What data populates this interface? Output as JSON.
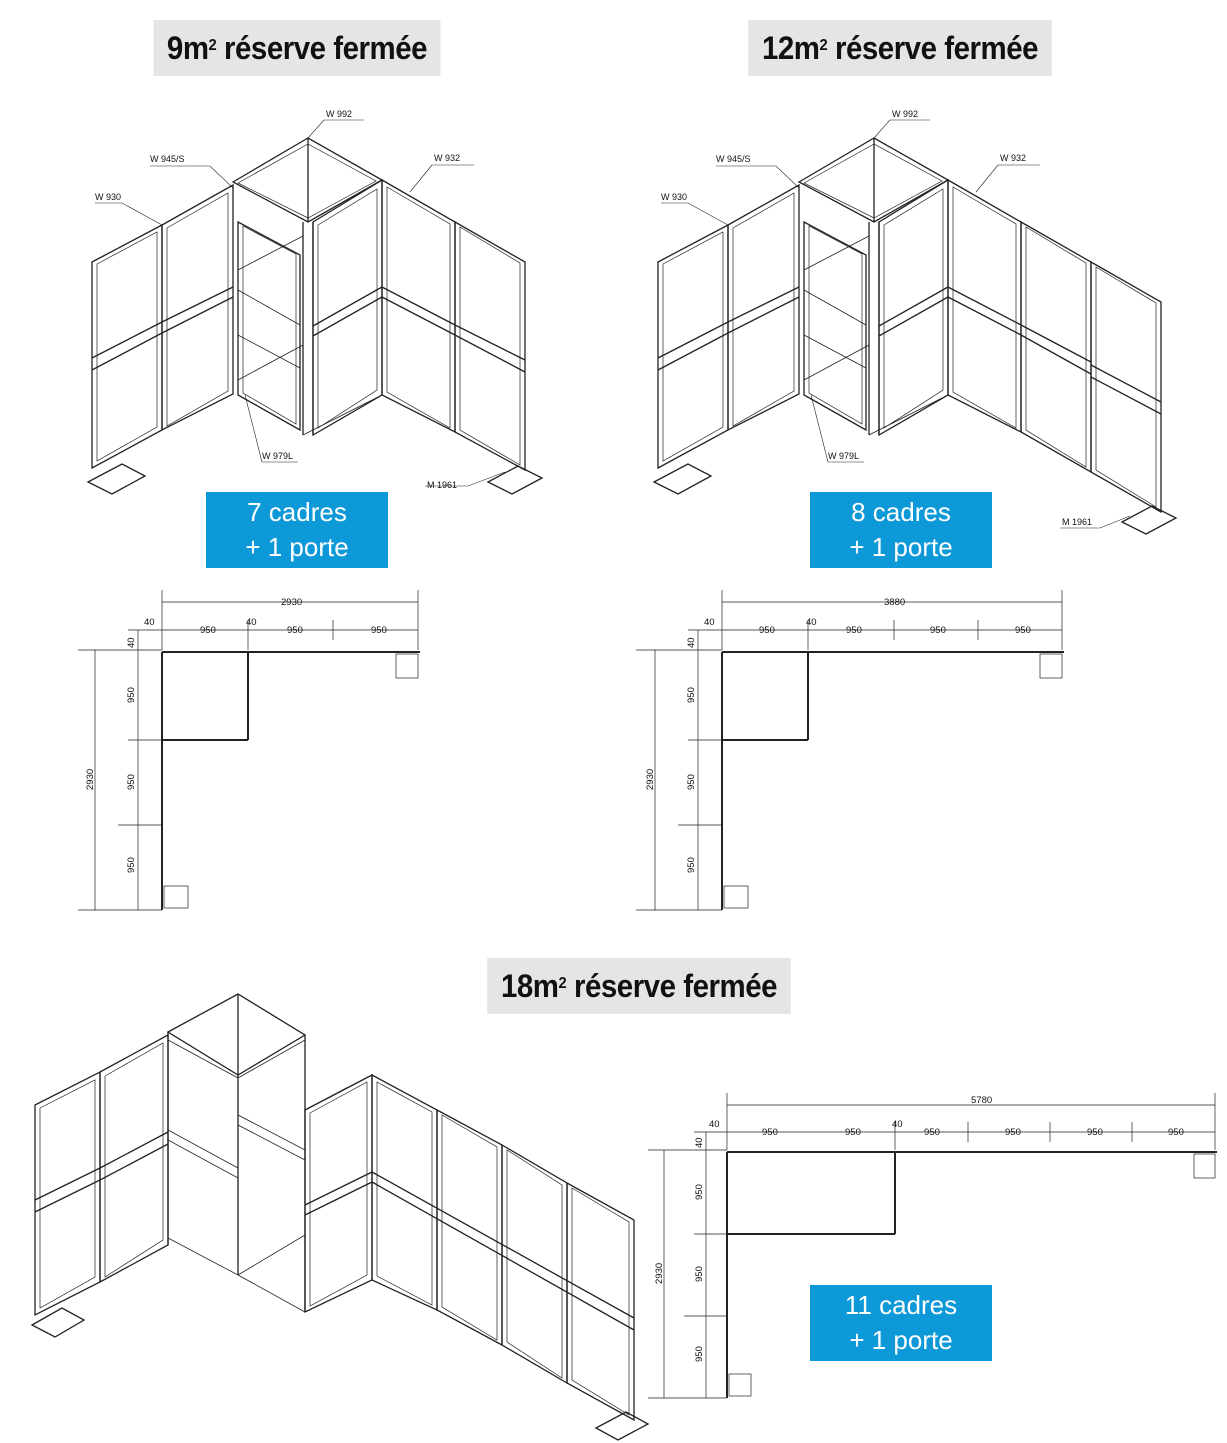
{
  "sections": [
    {
      "title_prefix": "9m",
      "title_sup": "2",
      "title_suffix": " réserve fermée",
      "badge_line1": "7 cadres",
      "badge_line2": "+ 1 porte",
      "part_labels": {
        "top_connector": "W 992",
        "diagonal_brace": "W 945/S",
        "left_frame": "W 930",
        "right_frame": "W 932",
        "door": "W 979L",
        "foot": "M 1961"
      },
      "plan": {
        "total_width": "2930",
        "total_depth": "2930",
        "offset_a": "40",
        "offset_b": "40",
        "offset_c": "40",
        "widths": [
          "950",
          "950",
          "950"
        ],
        "depths": [
          "950",
          "950",
          "950"
        ]
      }
    },
    {
      "title_prefix": "12m",
      "title_sup": "2",
      "title_suffix": " réserve fermée",
      "badge_line1": "8 cadres",
      "badge_line2": "+ 1 porte",
      "part_labels": {
        "top_connector": "W 992",
        "diagonal_brace": "W 945/S",
        "left_frame": "W 930",
        "right_frame": "W 932",
        "door": "W 979L",
        "foot": "M 1961"
      },
      "plan": {
        "total_width": "3880",
        "total_depth": "2930",
        "offset_a": "40",
        "offset_b": "40",
        "offset_c": "40",
        "widths": [
          "950",
          "950",
          "950",
          "950"
        ],
        "depths": [
          "950",
          "950",
          "950"
        ]
      }
    },
    {
      "title_prefix": "18m",
      "title_sup": "2",
      "title_suffix": " réserve fermée",
      "badge_line1": "11 cadres",
      "badge_line2": "+ 1 porte",
      "plan": {
        "total_width": "5780",
        "total_depth": "2930",
        "offset_a": "40",
        "offset_b": "40",
        "offset_c": "40",
        "widths": [
          "950",
          "950",
          "950",
          "950",
          "950",
          "950"
        ],
        "depths": [
          "950",
          "950",
          "950"
        ]
      }
    }
  ]
}
